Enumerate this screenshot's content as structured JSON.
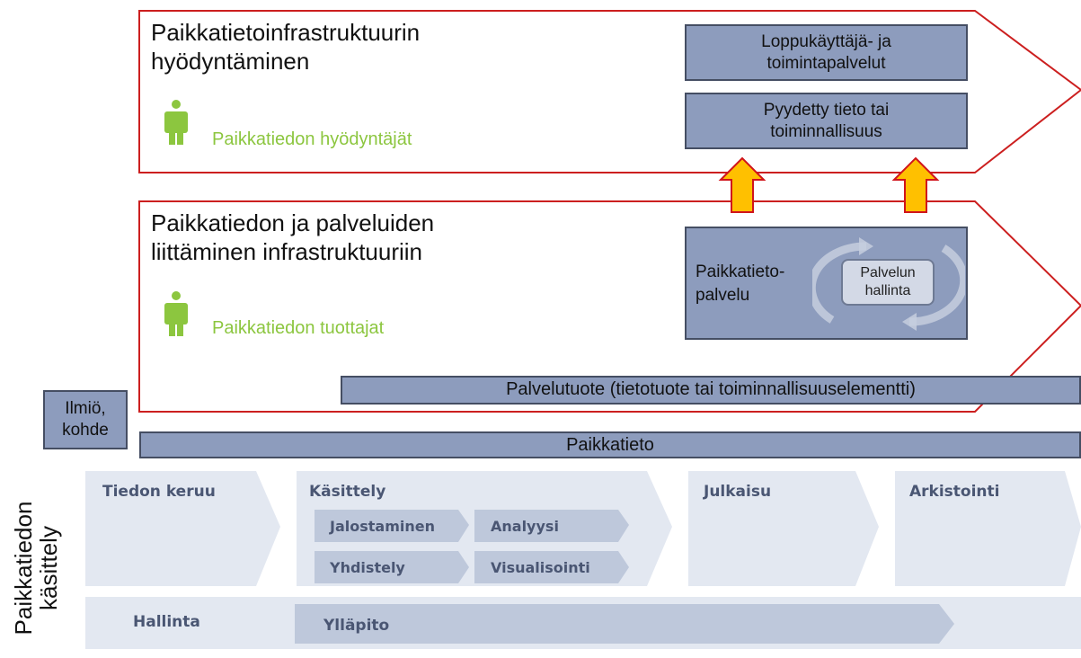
{
  "top_section": {
    "title_line1": "Paikkatietoinfrastruktuurin",
    "title_line2": "hyödyntäminen",
    "actor_label": "Paikkatiedon hyödyntäjät",
    "box1_line1": "Loppukäyttäjä- ja",
    "box1_line2": "toimintapalvelut",
    "box2_line1": "Pyydetty tieto tai",
    "box2_line2": "toiminnallisuus"
  },
  "middle_section": {
    "title_line1": "Paikkatiedon ja palveluiden",
    "title_line2": "liittäminen infrastruktuuriin",
    "actor_label": "Paikkatiedon tuottajat",
    "service_line1": "Paikkatieto-",
    "service_line2": "palvelu",
    "mgmt_line1": "Palvelun",
    "mgmt_line2": "hallinta",
    "product_bar": "Palvelutuote (tietotuote tai toiminnallisuuselementti)"
  },
  "phenomenon": {
    "line1": "Ilmiö,",
    "line2": "kohde"
  },
  "data_bar": "Paikkatieto",
  "process": {
    "side_label_line1": "Paikkatiedon",
    "side_label_line2": "käsittely",
    "stages": [
      "Tiedon keruu",
      "Käsittely",
      "Julkaisu",
      "Arkistointi"
    ],
    "substeps": [
      "Jalostaminen",
      "Analyysi",
      "Yhdistely",
      "Visualisointi"
    ],
    "management": "Hallinta",
    "maintenance": "Ylläpito"
  },
  "colors": {
    "outline_red": "#cc1f1f",
    "box_fill": "#8d9cbd",
    "box_border": "#454e63",
    "actor_green": "#8cc63f",
    "arrow_fill": "#ffc000",
    "arrow_stroke": "#d0141b",
    "process_light": "#e3e8f1",
    "process_mid": "#bec8db"
  }
}
